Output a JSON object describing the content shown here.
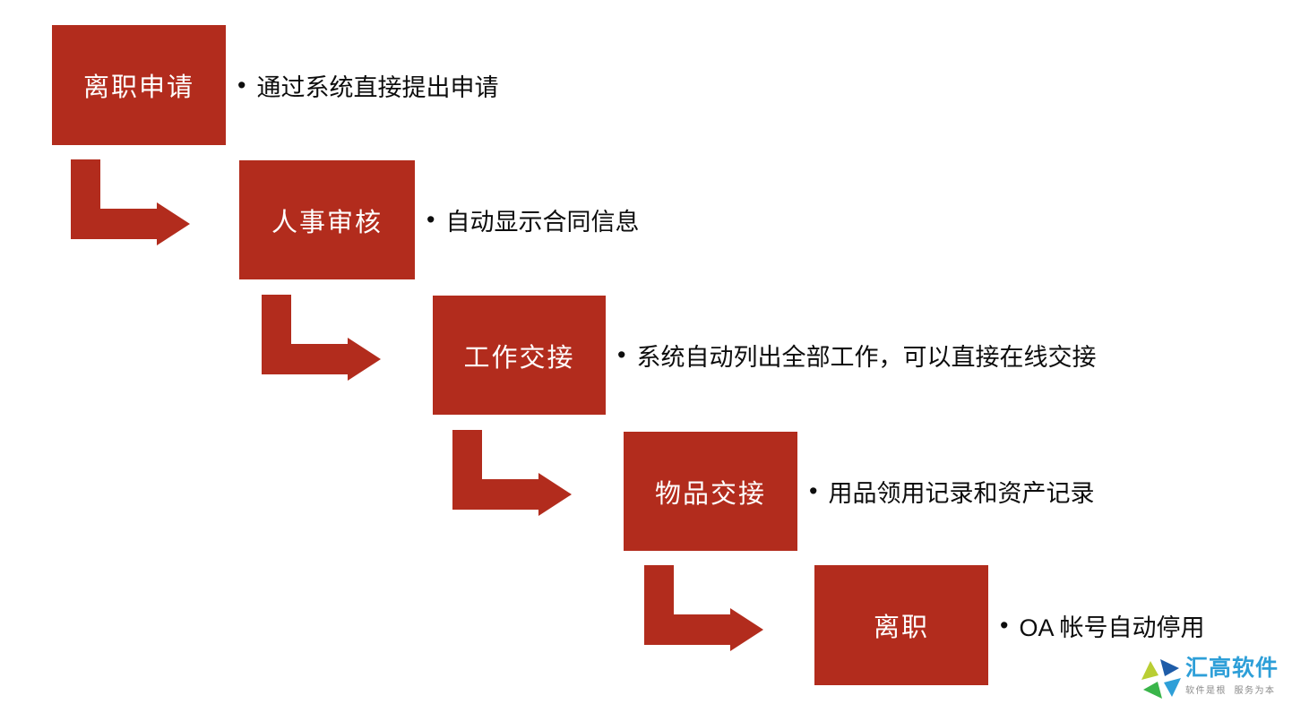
{
  "page": {
    "background_color": "#FFFFFF",
    "accent_color": "#B22C1D",
    "text_color": "#0D0D0D"
  },
  "bullet_char": "•",
  "steps": [
    {
      "label": "离职申请",
      "note": "通过系统直接提出申请"
    },
    {
      "label": "人事审核",
      "note": "自动显示合同信息"
    },
    {
      "label": "工作交接",
      "note": "系统自动列出全部工作，可以直接在线交接"
    },
    {
      "label": "物品交接",
      "note": "用品领用记录和资产记录"
    },
    {
      "label": "离职",
      "note": "OA 帐号自动停用"
    }
  ],
  "logo": {
    "name": "汇高软件",
    "tagline": "软件是根  服务为本",
    "brand_color": "#2E9FD8",
    "icon": "pinwheel-icon",
    "icon_colors": {
      "navy": "#1E5CA8",
      "azure": "#2E9FD8",
      "green": "#3AB54A",
      "lime": "#B9CE33"
    }
  }
}
